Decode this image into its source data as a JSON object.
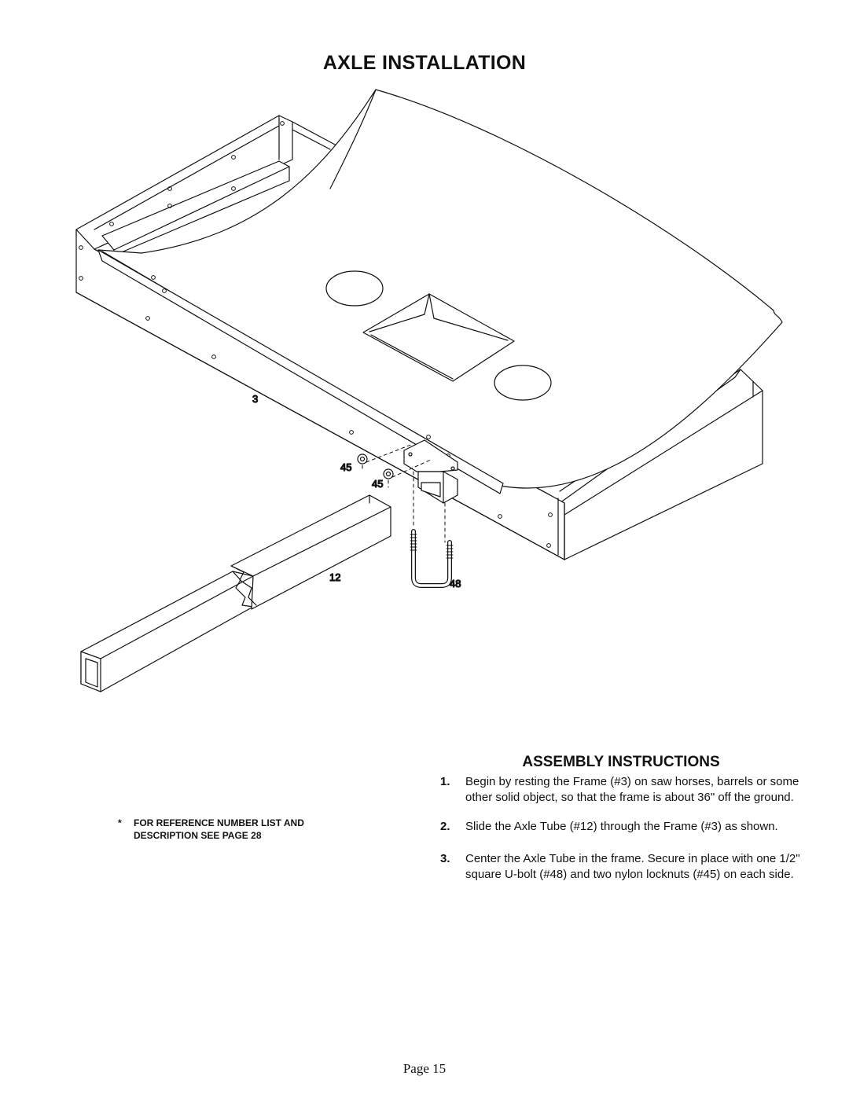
{
  "document": {
    "title": "AXLE INSTALLATION",
    "section_title": "ASSEMBLY  INSTRUCTIONS",
    "page_label": "Page 15"
  },
  "callouts": {
    "frame": "3",
    "locknut_a": "45",
    "locknut_b": "45",
    "axle_tube": "12",
    "u_bolt": "48",
    "color": "#cc0033"
  },
  "steps": [
    {
      "num": "1.",
      "text": "Begin by resting the Frame (#3) on saw horses, barrels or some other solid object, so that the frame is about 36\" off the ground."
    },
    {
      "num": "2.",
      "text": "Slide the Axle Tube (#12) through the Frame (#3) as shown."
    },
    {
      "num": "3.",
      "text": "Center the Axle Tube in the frame.  Secure in place with one 1/2\" square U-bolt (#48) and two nylon locknuts (#45) on each side."
    }
  ],
  "note": {
    "star": "*",
    "text": "FOR  REFERENCE  NUMBER LIST AND DESCRIPTION SEE PAGE 28"
  }
}
